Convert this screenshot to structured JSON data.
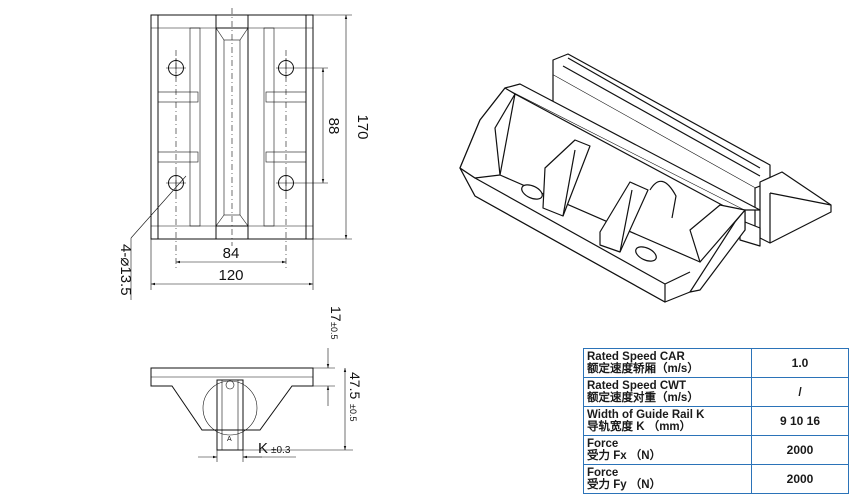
{
  "drawing": {
    "dim_170": "170",
    "dim_88": "88",
    "dim_84": "84",
    "dim_120": "120",
    "hole_callout": "4-⌀13.5",
    "dim_17": "17",
    "tol_17": "±0.5",
    "dim_47_5": "47.5",
    "tol_47_5": "±0.5",
    "dim_k": "K",
    "tol_k": "±0.3",
    "mark_a": "A"
  },
  "specs": [
    {
      "en": "Rated Speed CAR",
      "cn": "额定速度轿厢（m/s）",
      "value": "1.0"
    },
    {
      "en": "Rated Speed CWT",
      "cn": "额定速度对重（m/s）",
      "value": "/"
    },
    {
      "en": "Width of Guide Rail K",
      "cn": "导轨宽度 K （mm）",
      "value": "9 10 16"
    },
    {
      "en": "Force",
      "cn": "受力  Fx （N）",
      "value": "2000"
    },
    {
      "en": "Force",
      "cn": "受力  Fy （N）",
      "value": "2000"
    }
  ]
}
